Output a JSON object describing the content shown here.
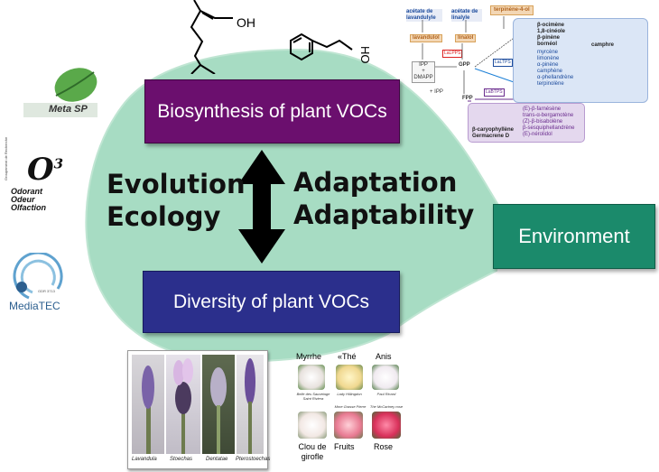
{
  "diagram": {
    "biosynthesis_label": "Biosynthesis of plant VOCs",
    "diversity_label": "Diversity of plant VOCs",
    "environment_label": "Environment",
    "left_text": [
      "Evolution",
      "Ecology"
    ],
    "right_text": [
      "Adaptation",
      "Adaptability"
    ],
    "molecule_oh_1": "OH",
    "molecule_oh_2": "HO"
  },
  "logos": {
    "metasp": "Meta SP",
    "o3_lines": [
      "Odorant",
      "Odeur",
      "Olfaction"
    ],
    "o3_side": "Groupement de Recherche",
    "mediatec": "MediaTEC",
    "mediatec_small": "GDR 3713"
  },
  "pathway": {
    "top_tag": "terpinène-4-ol",
    "acetate_lavandulyle": "acétate de lavandulyle",
    "acetate_linalyle": "acétate de linalyle",
    "lavandulol": "lavandulol",
    "linalol": "linalol",
    "lalps": "LaLPPS",
    "ipp_dmapp": [
      "IPP",
      "+",
      "DMAPP"
    ],
    "gpp": "GPP",
    "ipp2": "+ IPP",
    "fpp": "FPP",
    "latps": "LaLTPS",
    "labtps": "LaBTPS",
    "monoterpenes": [
      "β-ocimène",
      "1,8-cinéole",
      "β-pinène",
      "bornéol",
      "myrcène",
      "limonène",
      "α-pinène",
      "camphène",
      "α-phellandrène",
      "terpinolène"
    ],
    "camphre": "camphre",
    "sesquiterpenes": [
      "(E)-β-farnésène",
      "trans-α-bergamotène",
      "(Z)-β-bisabolène",
      "β-sesquiphellandrène",
      "(E)-nérolidol"
    ],
    "caryophyllene": "β-caryophyllène",
    "germacrene": "Germacrene D"
  },
  "lavender_captions": [
    "Lavandula",
    "Stoechas",
    "Dentatae",
    "Pterostoechas"
  ],
  "roses": {
    "headers": [
      "Myrrhe",
      "«Thé",
      "Anis"
    ],
    "row1_captions": [
      "Belle des Sauvetage Saint Riviera",
      "Lady Hillingdon",
      "Paul Ricard"
    ],
    "row2_captions": [
      "Mme Grasse Pierre",
      "The McCartney rose"
    ],
    "footers": [
      "Clou de girofle",
      "Fruits",
      "Rose"
    ]
  },
  "colors": {
    "blob": "#a7dcc3",
    "biosynthesis": "#6b0f6e",
    "diversity": "#2b2f8c",
    "environment": "#1b8a6b"
  }
}
